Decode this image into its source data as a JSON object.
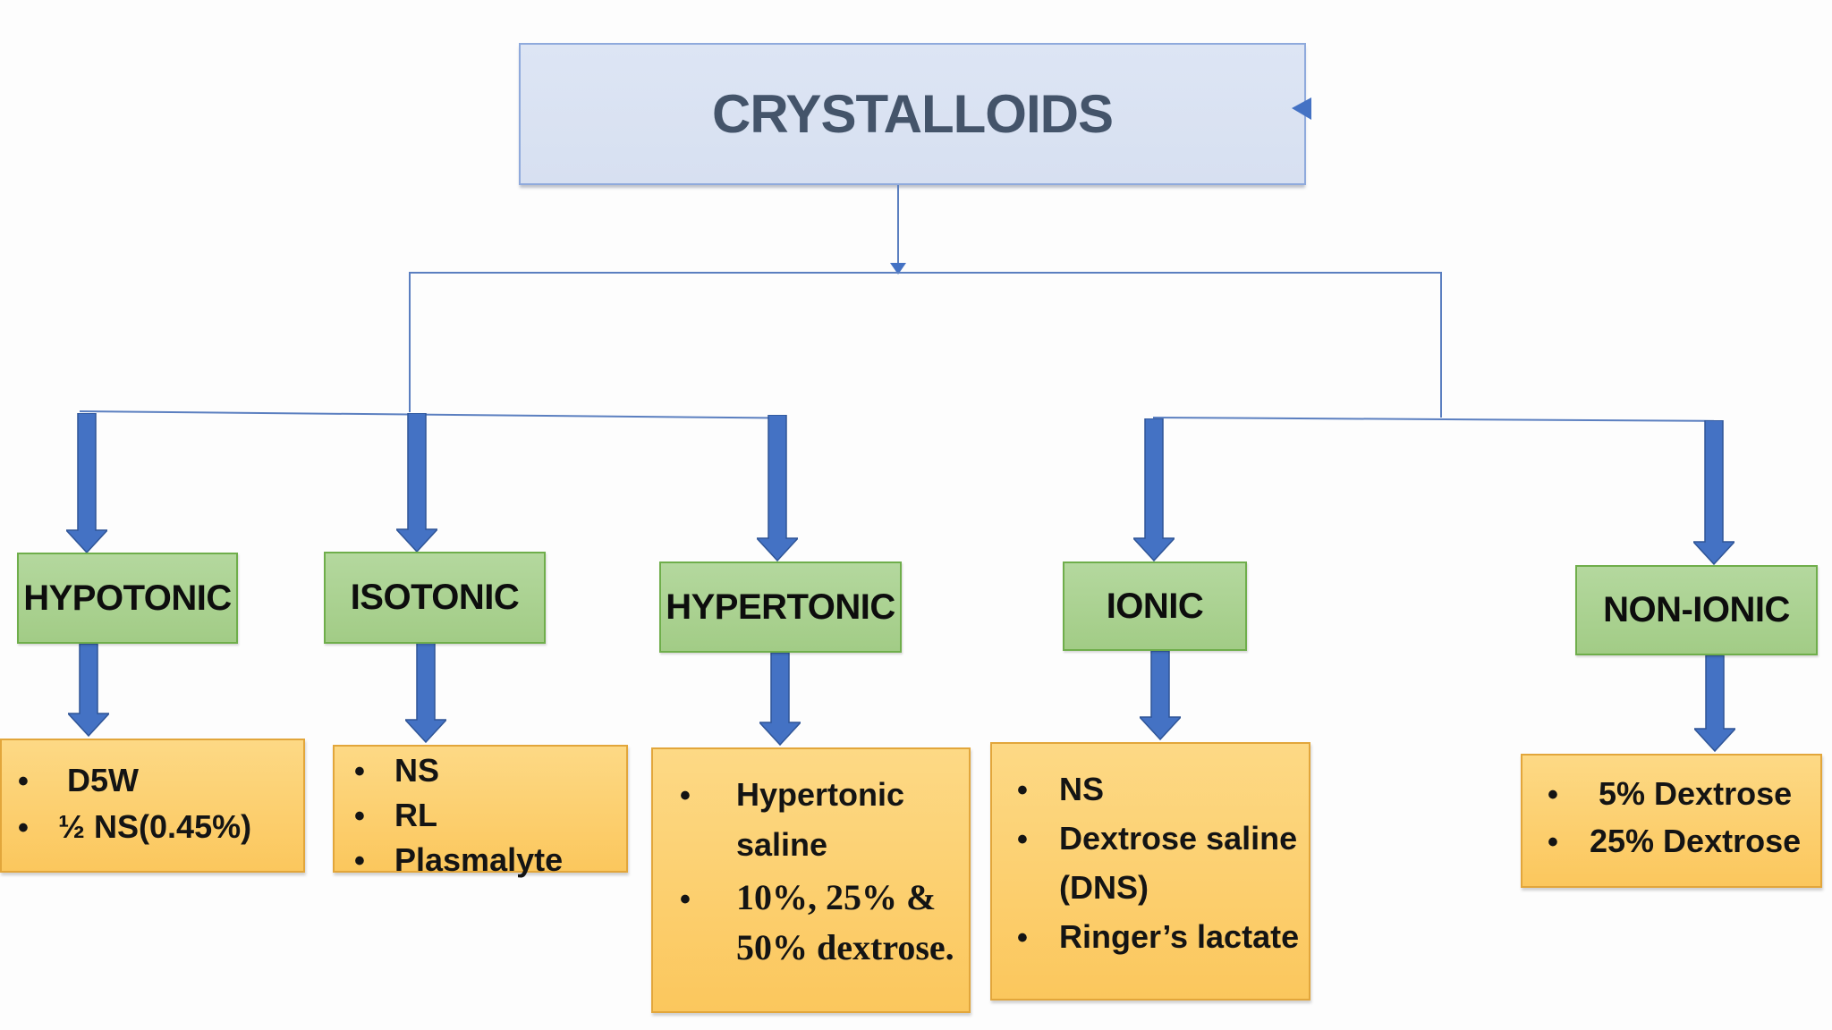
{
  "title": {
    "label": "CRYSTALLOIDS"
  },
  "glyphs": {
    "bullet": "•"
  },
  "colors": {
    "title_fill": "#d9e2f3",
    "title_border": "#8faadc",
    "title_text": "#44546a",
    "category_fill": "#a9d18e",
    "category_border": "#6fae4b",
    "list_fill": "#fccf6b",
    "list_border": "#e2a63b",
    "arrow_blue": "#4472c4",
    "connector_line": "#5b7fc0",
    "text": "#141414"
  },
  "categories": [
    {
      "label": "HYPOTONIC"
    },
    {
      "label": "ISOTONIC"
    },
    {
      "label": "HYPERTONIC"
    },
    {
      "label": "IONIC"
    },
    {
      "label": "NON-IONIC"
    }
  ],
  "lists": [
    {
      "parent": "HYPOTONIC",
      "items": [
        {
          "lines": [
            "D5W"
          ]
        },
        {
          "lines": [
            "½ NS(0.45%)"
          ]
        }
      ]
    },
    {
      "parent": "ISOTONIC",
      "items": [
        {
          "lines": [
            "NS"
          ]
        },
        {
          "lines": [
            "RL"
          ]
        },
        {
          "lines": [
            "Plasmalyte"
          ]
        }
      ]
    },
    {
      "parent": "HYPERTONIC",
      "items": [
        {
          "lines": [
            "Hypertonic",
            "saline"
          ]
        },
        {
          "lines": [
            "10%, 25% &",
            "50% dextrose."
          ],
          "serif": true
        }
      ]
    },
    {
      "parent": "IONIC",
      "items": [
        {
          "lines": [
            "NS"
          ]
        },
        {
          "lines": [
            "Dextrose saline",
            "(DNS)"
          ]
        },
        {
          "lines": [
            "Ringer’s lactate"
          ]
        }
      ]
    },
    {
      "parent": "NON-IONIC",
      "items": [
        {
          "lines": [
            "5% Dextrose"
          ]
        },
        {
          "lines": [
            "25% Dextrose"
          ]
        }
      ]
    }
  ]
}
